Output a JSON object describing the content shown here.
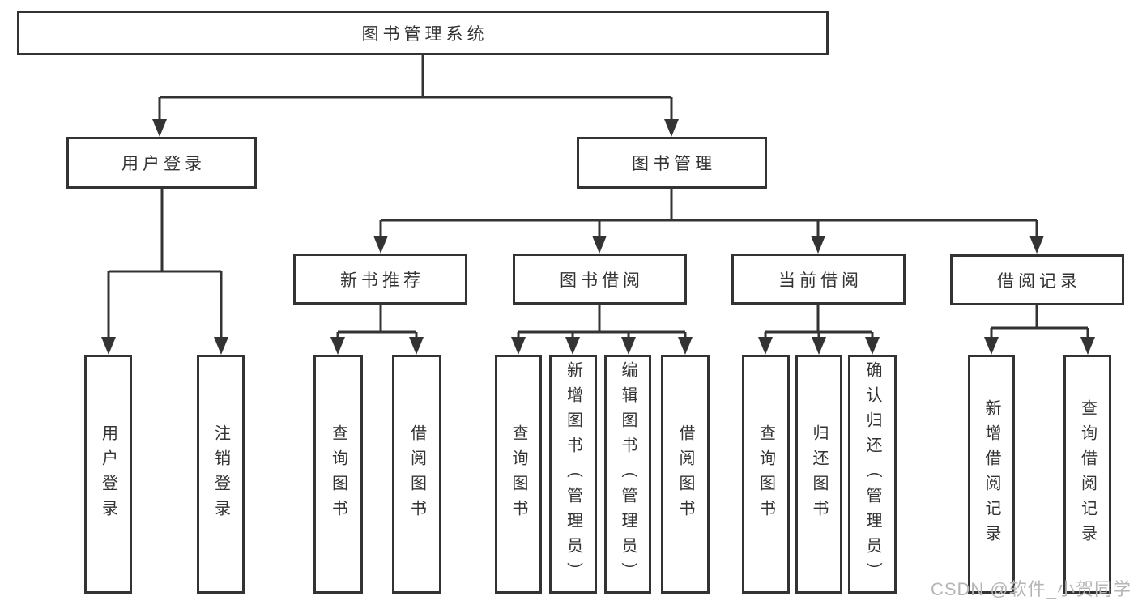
{
  "colors": {
    "line": "#333333",
    "text": "#333333",
    "node-bg": "#ffffff",
    "watermark": "#b5b5b5",
    "canvas-bg": "#ffffff"
  },
  "watermark": {
    "label": "CSDN @软件_小贺同学"
  },
  "nodes": {
    "root": {
      "label": "图书管理系统"
    },
    "level2": {
      "user_login": {
        "label": "用户登录"
      },
      "book_management": {
        "label": "图书管理"
      }
    },
    "level3": {
      "new_book_recommend": {
        "label": "新书推荐"
      },
      "book_borrowing": {
        "label": "图书借阅"
      },
      "current_borrowing": {
        "label": "当前借阅"
      },
      "borrowing_records": {
        "label": "借阅记录"
      }
    },
    "leaves": {
      "user_login": {
        "label": "用户登录"
      },
      "logout": {
        "label": "注销登录"
      },
      "recommend_query_books": {
        "label": "查询图书"
      },
      "recommend_borrow_books": {
        "label": "借阅图书"
      },
      "borrowing_query_books": {
        "label": "查询图书"
      },
      "borrowing_add_books": {
        "label": "新增图书（管理员）"
      },
      "borrowing_edit_books": {
        "label": "编辑图书（管理员）"
      },
      "borrowing_borrow_books": {
        "label": "借阅图书"
      },
      "current_query_books": {
        "label": "查询图书"
      },
      "current_return_books": {
        "label": "归还图书"
      },
      "current_confirm_return": {
        "label": "确认归还（管理员）"
      },
      "records_add_record": {
        "label": "新增借阅记录"
      },
      "records_query_record": {
        "label": "查询借阅记录"
      }
    }
  }
}
